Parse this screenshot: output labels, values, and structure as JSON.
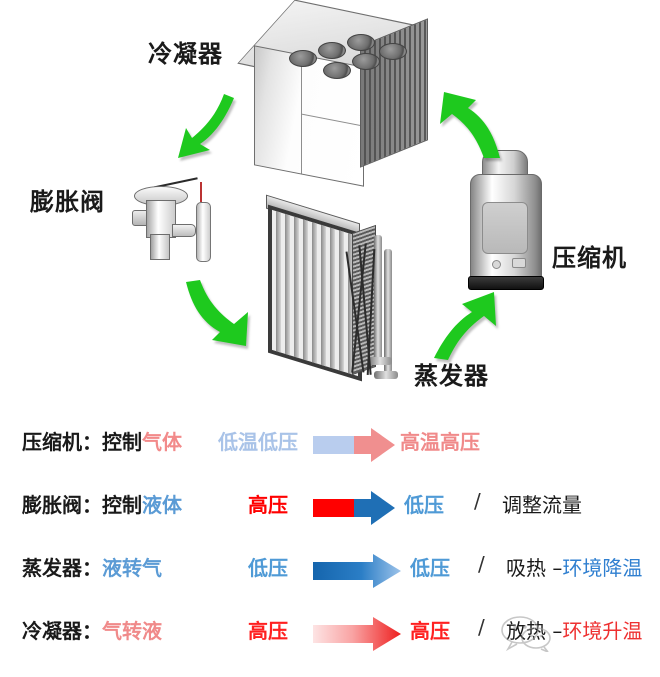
{
  "diagram": {
    "labels": [
      {
        "name": "condenser",
        "text": "冷凝器"
      },
      {
        "name": "expansion-valve",
        "text": "膨胀阀"
      },
      {
        "name": "compressor",
        "text": "压缩机"
      },
      {
        "name": "evaporator",
        "text": "蒸发器"
      }
    ],
    "flow_arrow_color": "#22cc22",
    "flow_arrows": [
      {
        "name": "condenser-to-valve",
        "direction": "down-left"
      },
      {
        "name": "compressor-to-condenser",
        "direction": "up-left"
      },
      {
        "name": "valve-to-evaporator",
        "direction": "down-right"
      },
      {
        "name": "evaporator-to-compressor",
        "direction": "up-right"
      }
    ]
  },
  "legend": {
    "rows": [
      {
        "name": "compressor-row",
        "component": "压缩机",
        "colon": "：",
        "action_prefix": "控制",
        "action": "气体",
        "action_color": "#f28a8a",
        "from": "低温低压",
        "from_color": "#a9c3e8",
        "to": "高温高压",
        "to_color": "#f08a8a",
        "arrow_start_color": "#b9cdee",
        "arrow_end_color": "#f08f8f",
        "arrow_style": "split",
        "separator": "",
        "note": "",
        "note_accent": ""
      },
      {
        "name": "expansion-valve-row",
        "component": "膨胀阀",
        "colon": "：",
        "action_prefix": "控制",
        "action": "液体",
        "action_color": "#5b9bd5",
        "from": "高压",
        "from_color": "#ff0000",
        "to": "低压",
        "to_color": "#4f9ad6",
        "arrow_start_color": "#ff0000",
        "arrow_end_color": "#1f6fb5",
        "arrow_style": "split",
        "separator": "/",
        "note": "调整流量",
        "note_accent": ""
      },
      {
        "name": "evaporator-row",
        "component": "蒸发器",
        "colon": "：",
        "action_prefix": "",
        "action": "液转气",
        "action_color": "#5b9bd5",
        "from": "低压",
        "from_color": "#4f9ad6",
        "to": "低压",
        "to_color": "#4f9ad6",
        "arrow_start_color": "#1565ad",
        "arrow_end_color": "#9dc3ea",
        "arrow_style": "gradient",
        "separator": "/",
        "note": "吸热 –",
        "note_accent": "环境降温"
      },
      {
        "name": "condenser-row",
        "component": "冷凝器",
        "colon": "：",
        "action_prefix": "",
        "action": "气转液",
        "action_color": "#f08a8a",
        "from": "高压",
        "from_color": "#ff2020",
        "to": "高压",
        "to_color": "#ff2020",
        "arrow_start_color": "#fbd9d9",
        "arrow_end_color": "#ee2020",
        "arrow_style": "gradient",
        "separator": "/",
        "note": "放热 –",
        "note_accent": "环境升温"
      }
    ]
  },
  "watermark": {
    "name": "wechat-logo-watermark"
  }
}
